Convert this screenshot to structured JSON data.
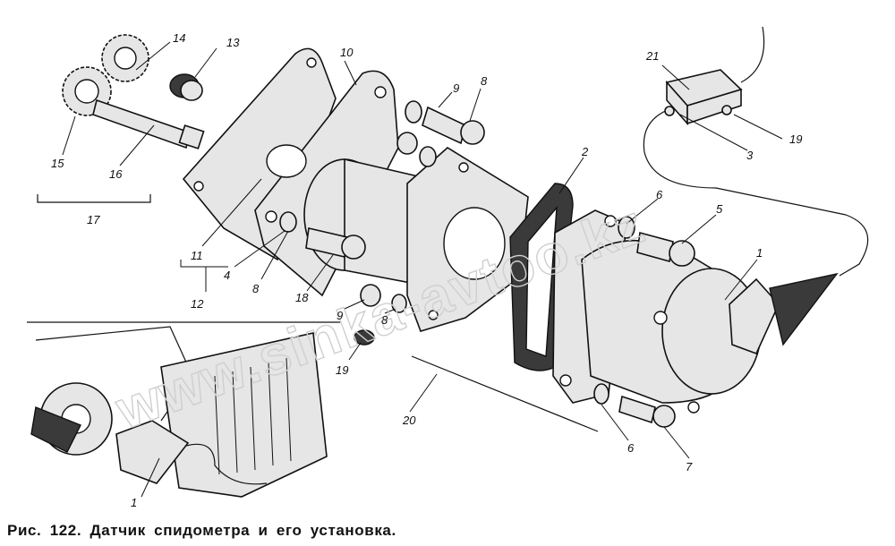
{
  "watermark": "www.sinka-avtoo.kz",
  "callouts": [
    {
      "id": "c14",
      "text": "14"
    },
    {
      "id": "c13",
      "text": "13"
    },
    {
      "id": "c15",
      "text": "15"
    },
    {
      "id": "c16",
      "text": "16"
    },
    {
      "id": "c17",
      "text": "17"
    },
    {
      "id": "c10",
      "text": "10"
    },
    {
      "id": "c9a",
      "text": "9"
    },
    {
      "id": "c8a",
      "text": "8"
    },
    {
      "id": "c11",
      "text": "11"
    },
    {
      "id": "c4",
      "text": "4"
    },
    {
      "id": "c8b",
      "text": "8"
    },
    {
      "id": "c12",
      "text": "12"
    },
    {
      "id": "c18",
      "text": "18"
    },
    {
      "id": "c9b",
      "text": "9"
    },
    {
      "id": "c8c",
      "text": "8"
    },
    {
      "id": "c19a",
      "text": "19"
    },
    {
      "id": "c2",
      "text": "2"
    },
    {
      "id": "c20",
      "text": "20"
    },
    {
      "id": "c6a",
      "text": "6"
    },
    {
      "id": "c5",
      "text": "5"
    },
    {
      "id": "c1a",
      "text": "1"
    },
    {
      "id": "c6b",
      "text": "6"
    },
    {
      "id": "c7",
      "text": "7"
    },
    {
      "id": "c21",
      "text": "21"
    },
    {
      "id": "c3",
      "text": "3"
    },
    {
      "id": "c19b",
      "text": "19"
    },
    {
      "id": "c1b",
      "text": "1"
    }
  ],
  "caption": "Рис. 122. Датчик спидометра и его установка."
}
